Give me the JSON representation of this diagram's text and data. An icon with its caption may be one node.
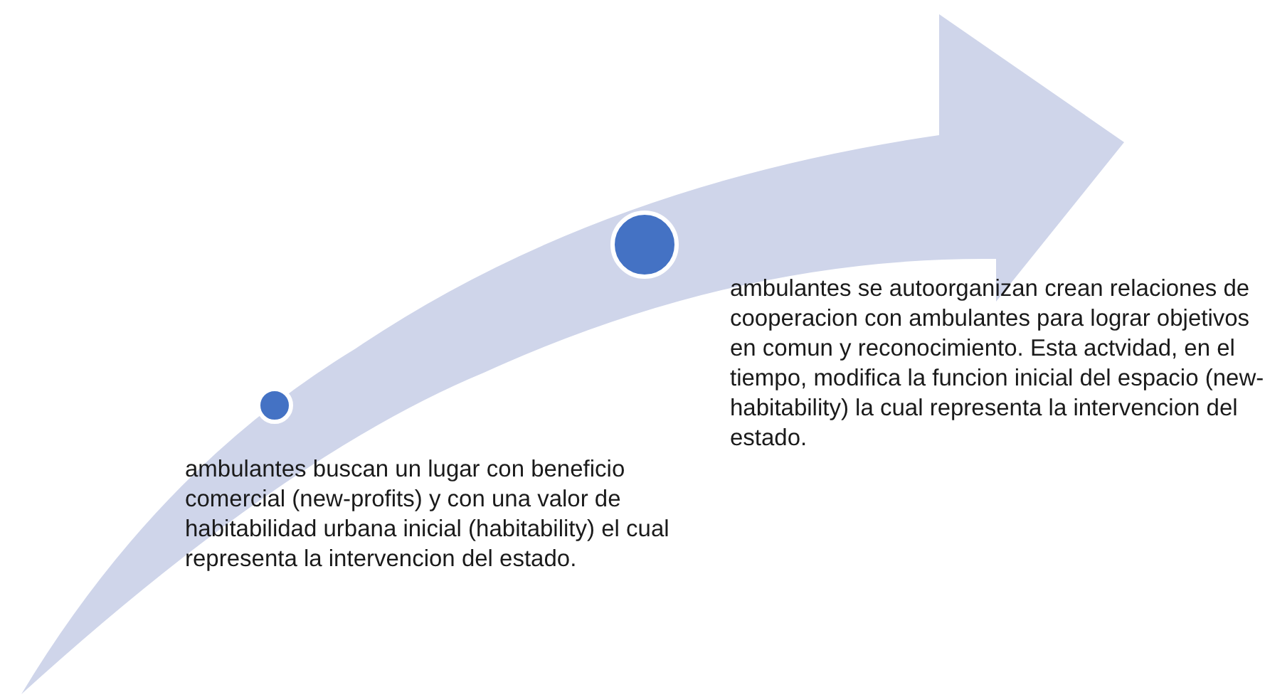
{
  "diagram": {
    "nodes": [
      {
        "text": [],
        "shape": "circle"
      },
      {
        "text": [],
        "shape": "circle"
      }
    ],
    "labels": [
      "ambulantes buscan un lugar con beneficio comercial (new-profits) y con una valor de habitabilidad urbana inicial (habitability) el cual representa la intervencion del estado.",
      "ambulantes se autoorganizan crean relaciones de cooperacion con ambulantes para lograr objetivos en comun y reconocimiento. Esta actvidad, en el tiempo, modifica la funcion inicial del espacio (new-habitability) la cual representa la intervencion del estado."
    ]
  }
}
